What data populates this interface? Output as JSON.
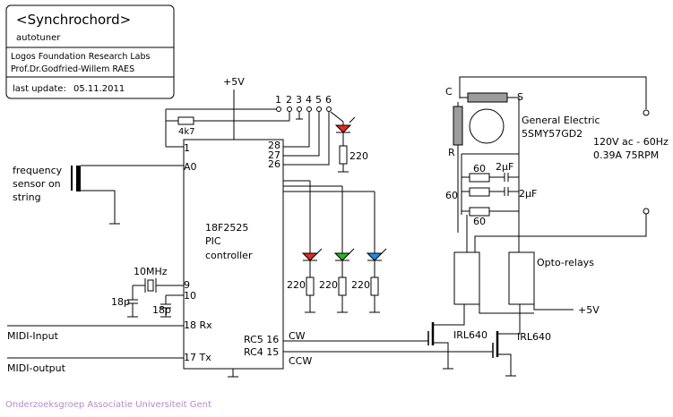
{
  "title_block": {
    "title": "<Synchrochord>",
    "subtitle": "autotuner",
    "org": "Logos Foundation Research Labs",
    "author": "Prof.Dr.Godfried-Willem RAES",
    "update_label": "last update:",
    "update_date": "05.11.2011"
  },
  "supply": {
    "plus5v": "+5V",
    "plus5v_right": "+5V"
  },
  "resistor_4k7": "4k7",
  "connector_pins": [
    "1",
    "2",
    "3",
    "4",
    "5",
    "6"
  ],
  "pic": {
    "part": "18F2525",
    "line2": "PIC",
    "line3": "controller",
    "pin_1": "1",
    "pin_a0": "A0",
    "pin_9": "9",
    "pin_10": "10",
    "pin_18": "18 Rx",
    "pin_17": "17 Tx",
    "pin_28": "28",
    "pin_27": "27",
    "pin_26": "26",
    "pin_rc5": "RC5 16",
    "pin_rc4": "RC4 15"
  },
  "sensor_label": [
    "frequency",
    "sensor on",
    "string"
  ],
  "crystal": {
    "freq": "10MHz",
    "cap1": "18p",
    "cap2": "18p"
  },
  "midi": {
    "input": "MIDI-Input",
    "output": "MIDI-output"
  },
  "led_resistors": {
    "top": "220",
    "r1": "220",
    "r2": "220",
    "r3": "220"
  },
  "led_colors": {
    "top": "#e8281e",
    "red": "#e8281e",
    "green": "#28b428",
    "blue": "#1e8ce6"
  },
  "signals": {
    "cw": "CW",
    "ccw": "CCW"
  },
  "mosfets": {
    "left": "IRL640",
    "right": "IRL640"
  },
  "motor": {
    "c": "C",
    "s": "S",
    "r": "R",
    "make": "General Electric",
    "model": "5SMY57GD2",
    "spec1": "120V ac - 60Hz",
    "spec2": "0.39A  75RPM"
  },
  "network": {
    "r_top": "60",
    "r_mid": "60",
    "r_bot": "60",
    "c_top": "2µF",
    "c_bot": "2µF"
  },
  "opto_label": "Opto-relays",
  "footer": "Onderzoeksgroep Associatie Universiteit Gent",
  "colors": {
    "footer_text": "#b888c8",
    "coil_fill": "#9c9c9c"
  }
}
